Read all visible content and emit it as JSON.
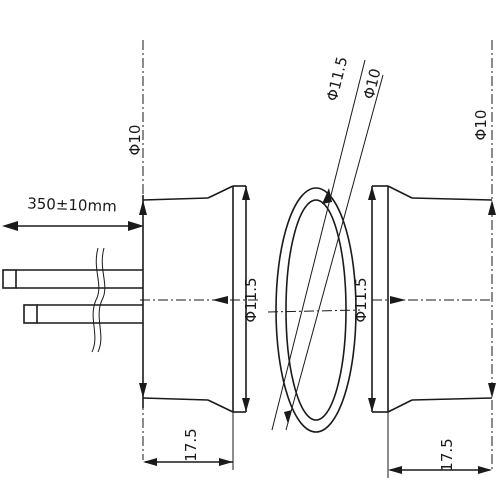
{
  "drawing": {
    "cable_length_label": "350±10mm",
    "left_view": {
      "outer_diameter_label": "Φ10",
      "inner_diameter_label": "Φ11.5",
      "length_label": "17.5"
    },
    "end_view": {
      "diameter_outer_label": "Φ11.5",
      "diameter_inner_label": "Φ10"
    },
    "right_view": {
      "outer_diameter_label": "Φ10",
      "inner_diameter_label": "Φ11.5",
      "length_label": "17.5"
    }
  }
}
